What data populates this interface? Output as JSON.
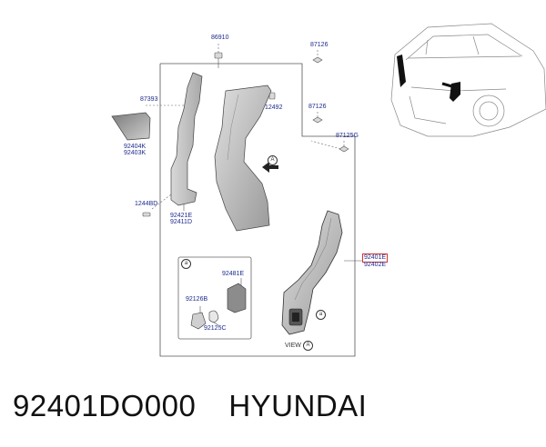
{
  "labels": {
    "p86910": "86910",
    "p87126a": "87126",
    "p87393": "87393",
    "p12492": "12492",
    "p87126b": "87126",
    "p87125g": "87125G",
    "p92404k": "92404K",
    "p92403k": "92403K",
    "p1244bd": "1244BD",
    "p92421e": "92421E",
    "p92411d": "92411D",
    "p92481e": "92481E",
    "p92126b": "92126B",
    "p92125c": "92125C",
    "p92401e": "92401E",
    "p92402e": "92402E"
  },
  "callouts": {
    "a_main": "A",
    "a_view": "A",
    "detail_a": "a",
    "a_small": "a"
  },
  "view_label": "VIEW",
  "caption": {
    "part_number": "92401DO000",
    "brand": "HYUNDAI"
  },
  "colors": {
    "label_blue": "#1c2a8c",
    "highlight_red": "#d83030",
    "part_gray": "#b8b8b8"
  }
}
